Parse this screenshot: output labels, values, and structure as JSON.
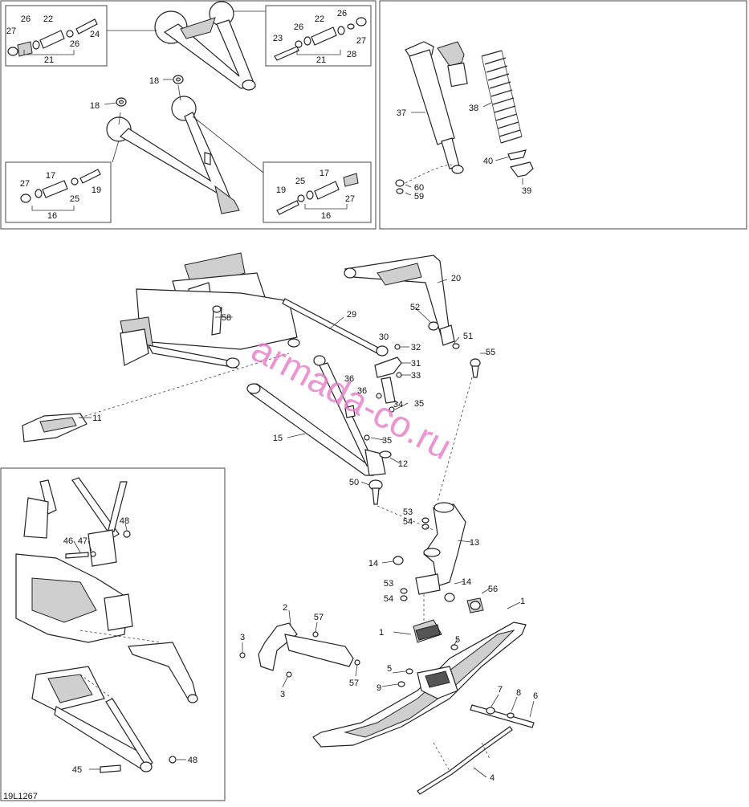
{
  "figure_code": "19L1267",
  "watermark": "armada-co.ru",
  "callouts": [
    {
      "id": "c26a",
      "text": "26"
    },
    {
      "id": "c22a",
      "text": "22"
    },
    {
      "id": "c27a",
      "text": "27"
    },
    {
      "id": "c24",
      "text": "24"
    },
    {
      "id": "c26b",
      "text": "26"
    },
    {
      "id": "c21a",
      "text": "21"
    },
    {
      "id": "c22b",
      "text": "22"
    },
    {
      "id": "c26c",
      "text": "26"
    },
    {
      "id": "c23",
      "text": "23"
    },
    {
      "id": "c26d",
      "text": "26"
    },
    {
      "id": "c27b",
      "text": "27"
    },
    {
      "id": "c28",
      "text": "28"
    },
    {
      "id": "c21b",
      "text": "21"
    },
    {
      "id": "c18a",
      "text": "18"
    },
    {
      "id": "c18b",
      "text": "18"
    },
    {
      "id": "c27c",
      "text": "27"
    },
    {
      "id": "c17a",
      "text": "17"
    },
    {
      "id": "c19a",
      "text": "19"
    },
    {
      "id": "c25a",
      "text": "25"
    },
    {
      "id": "c16a",
      "text": "16"
    },
    {
      "id": "c17b",
      "text": "17"
    },
    {
      "id": "c19b",
      "text": "19"
    },
    {
      "id": "c25b",
      "text": "25"
    },
    {
      "id": "c27d",
      "text": "27"
    },
    {
      "id": "c16b",
      "text": "16"
    },
    {
      "id": "c37",
      "text": "37"
    },
    {
      "id": "c38",
      "text": "38"
    },
    {
      "id": "c40",
      "text": "40"
    },
    {
      "id": "c60",
      "text": "60"
    },
    {
      "id": "c59",
      "text": "59"
    },
    {
      "id": "c39",
      "text": "39"
    },
    {
      "id": "c20",
      "text": "20"
    },
    {
      "id": "c58",
      "text": "58"
    },
    {
      "id": "c29",
      "text": "29"
    },
    {
      "id": "c52",
      "text": "52"
    },
    {
      "id": "c51",
      "text": "51"
    },
    {
      "id": "c30",
      "text": "30"
    },
    {
      "id": "c32",
      "text": "32"
    },
    {
      "id": "c55",
      "text": "55"
    },
    {
      "id": "c31",
      "text": "31"
    },
    {
      "id": "c33",
      "text": "33"
    },
    {
      "id": "c36a",
      "text": "36"
    },
    {
      "id": "c36b",
      "text": "36"
    },
    {
      "id": "c34",
      "text": "34"
    },
    {
      "id": "c35a",
      "text": "35"
    },
    {
      "id": "c11",
      "text": "11"
    },
    {
      "id": "c15",
      "text": "15"
    },
    {
      "id": "c35b",
      "text": "35"
    },
    {
      "id": "c12",
      "text": "12"
    },
    {
      "id": "c50",
      "text": "50"
    },
    {
      "id": "c53a",
      "text": "53"
    },
    {
      "id": "c54a",
      "text": "54"
    },
    {
      "id": "c13",
      "text": "13"
    },
    {
      "id": "c14a",
      "text": "14"
    },
    {
      "id": "c14b",
      "text": "14"
    },
    {
      "id": "c53b",
      "text": "53"
    },
    {
      "id": "c54b",
      "text": "54"
    },
    {
      "id": "c56",
      "text": "56"
    },
    {
      "id": "c1a",
      "text": "1"
    },
    {
      "id": "c1b",
      "text": "1"
    },
    {
      "id": "c2",
      "text": "2"
    },
    {
      "id": "c57a",
      "text": "57"
    },
    {
      "id": "c3a",
      "text": "3"
    },
    {
      "id": "c3b",
      "text": "3"
    },
    {
      "id": "c57b",
      "text": "57"
    },
    {
      "id": "c5a",
      "text": "5"
    },
    {
      "id": "c5b",
      "text": "5"
    },
    {
      "id": "c9",
      "text": "9"
    },
    {
      "id": "c7",
      "text": "7"
    },
    {
      "id": "c8",
      "text": "8"
    },
    {
      "id": "c6",
      "text": "6"
    },
    {
      "id": "c4",
      "text": "4"
    },
    {
      "id": "c46",
      "text": "46"
    },
    {
      "id": "c47",
      "text": "47"
    },
    {
      "id": "c48a",
      "text": "48"
    },
    {
      "id": "c45",
      "text": "45"
    },
    {
      "id": "c48b",
      "text": "48"
    }
  ]
}
